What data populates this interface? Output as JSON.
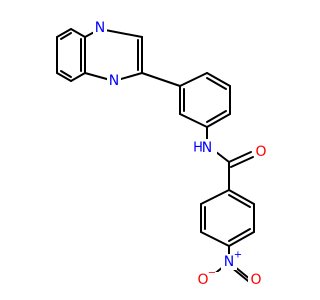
{
  "colors": {
    "bond": "#000000",
    "nitrogen": "#0000ff",
    "oxygen": "#ff0000",
    "background": "#ffffff"
  },
  "labels": {
    "n_quinox_top": "N",
    "n_quinox_bottom": "N",
    "amide_n": "N",
    "amide_h": "H",
    "amide_o": "O",
    "nitro_n": "N",
    "nitro_n_charge": "+",
    "nitro_o_left": "O",
    "nitro_o_left_charge": "−",
    "nitro_o_right": "O"
  }
}
